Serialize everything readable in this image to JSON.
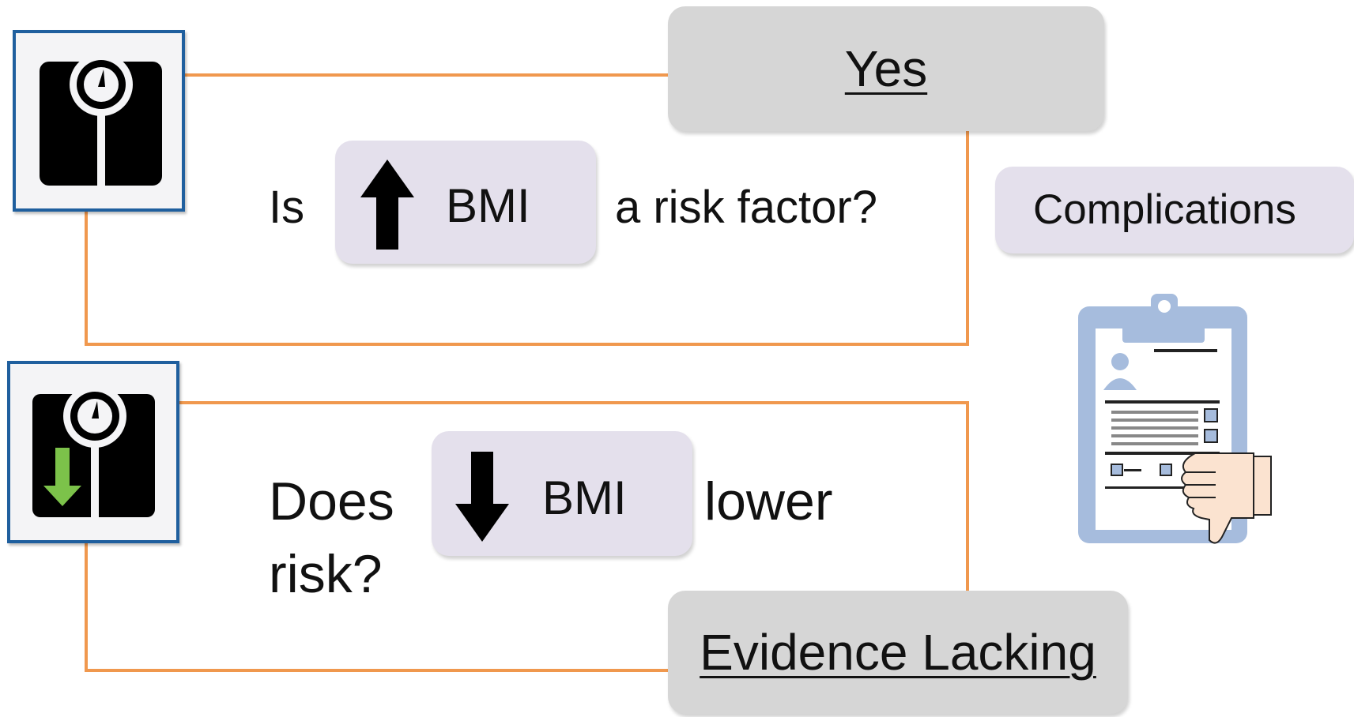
{
  "top": {
    "question_prefix": "Is",
    "pill_label": "BMI",
    "question_suffix": "a risk factor?",
    "answer": "Yes"
  },
  "bottom": {
    "question_prefix": "Does",
    "pill_label": "BMI",
    "question_suffix": "lower",
    "question_line2": "risk?",
    "answer": "Evidence Lacking"
  },
  "side": {
    "complications_label": "Complications"
  },
  "icons": {
    "top_scale": "bathroom-scale-icon",
    "bottom_scale": "bathroom-scale-with-down-arrow-icon",
    "up_arrow": "up-arrow-icon",
    "down_arrow": "down-arrow-icon",
    "clipboard": "medical-record-clipboard-thumbs-down-icon"
  },
  "colors": {
    "connector": "#F0984E",
    "scale_border": "#1F5F9E",
    "answer_pill": "#D6D6D6",
    "bmi_pill": "#E4E0EC",
    "down_arrow_green": "#7CC24A"
  }
}
